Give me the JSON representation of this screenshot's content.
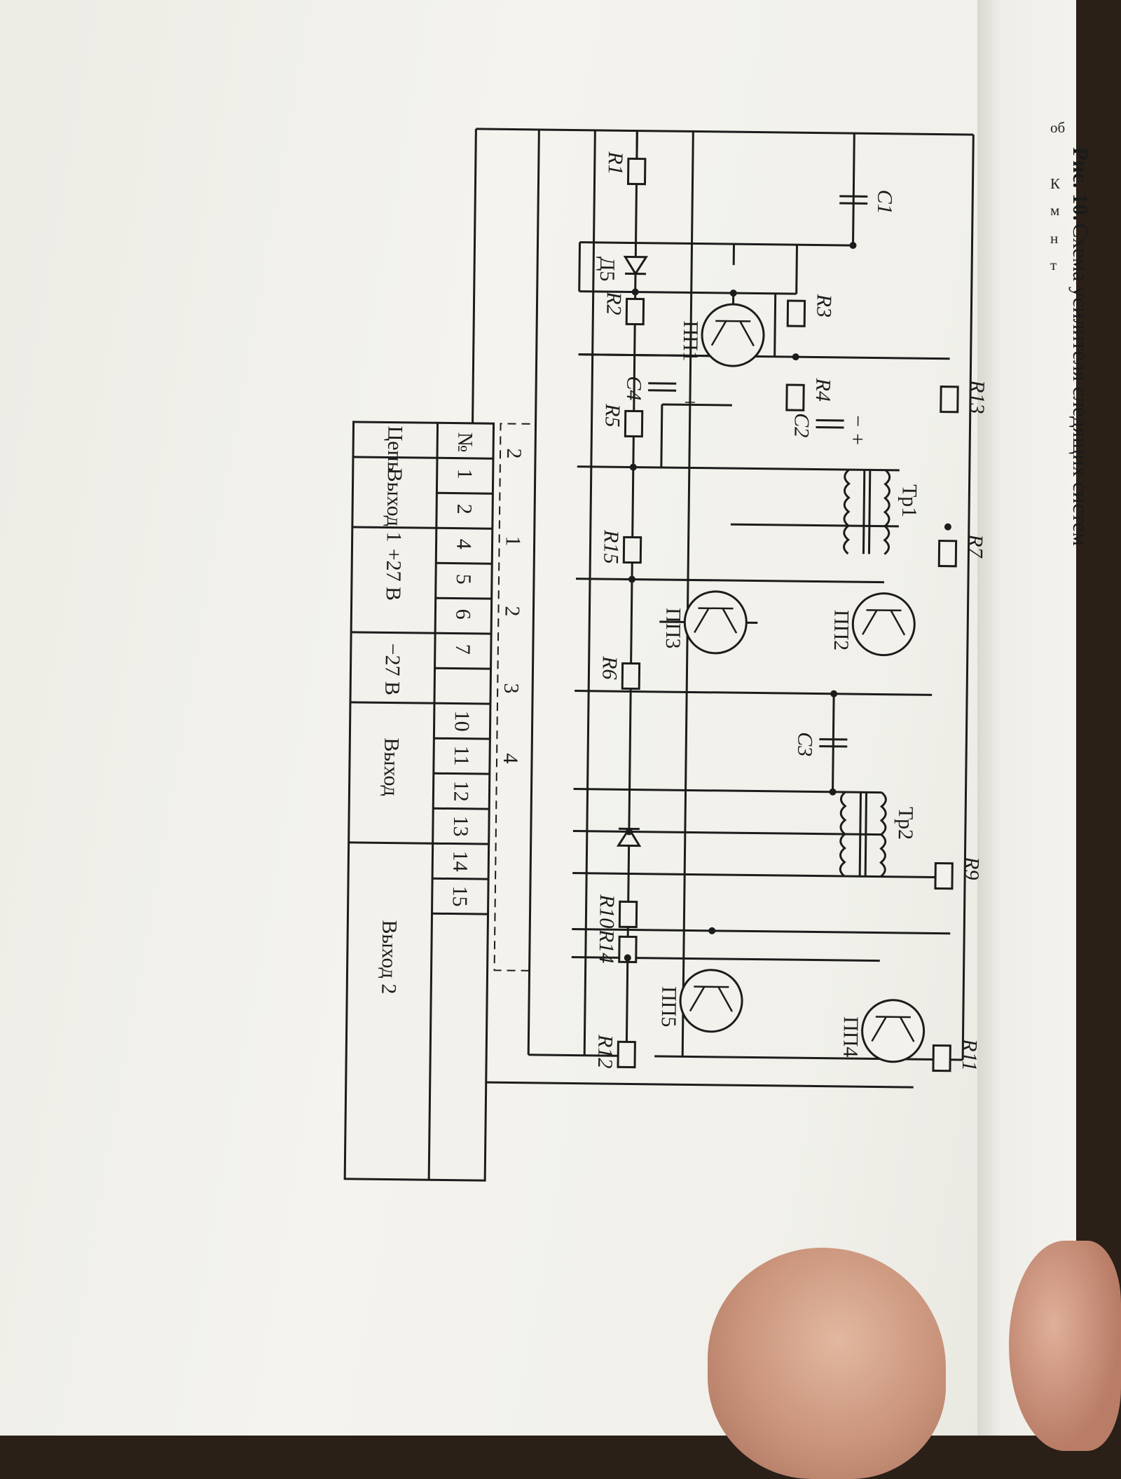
{
  "figure": {
    "caption_label": "Рис. 10.",
    "caption_text": "Схема усилителя следящих систем"
  },
  "schematic": {
    "components": {
      "R1": "R1",
      "R2": "R2",
      "R3": "R3",
      "R4": "R4",
      "R5": "R5",
      "R6": "R6",
      "R7": "R7",
      "R9": "R9",
      "R10": "R10",
      "R11": "R11",
      "R12": "R12",
      "R13": "R13",
      "R14": "R14",
      "R15": "R15",
      "C1": "C1",
      "C2": "C2",
      "C3": "C3",
      "C4": "C4",
      "D5": "Д5",
      "PP1": "ПП1",
      "PP2": "ПП2",
      "PP3": "ПП3",
      "PP4": "ПП4",
      "PP5": "ПП5",
      "Tr1": "Тр1",
      "Tr2": "Тр2"
    },
    "polarity": {
      "minus": "−",
      "plus": "+"
    },
    "connector_labels": [
      "1",
      "2",
      "3",
      "4",
      "2"
    ]
  },
  "terminal_table": {
    "header_number": "№",
    "header_circuit": "Цепь",
    "pins": [
      "1",
      "2",
      "4",
      "5",
      "6",
      "7",
      "10",
      "11",
      "12",
      "13",
      "14",
      "15"
    ],
    "groups": [
      "Выход 1",
      "+27 В",
      "−27 В",
      "Выход",
      "Выход 2"
    ]
  },
  "right_page": {
    "fragments": [
      "об",
      "К",
      "м",
      "н",
      "т"
    ]
  },
  "colors": {
    "paper": "#f2f1eb",
    "ink": "#1c1c1c",
    "background": "#2a2018"
  }
}
